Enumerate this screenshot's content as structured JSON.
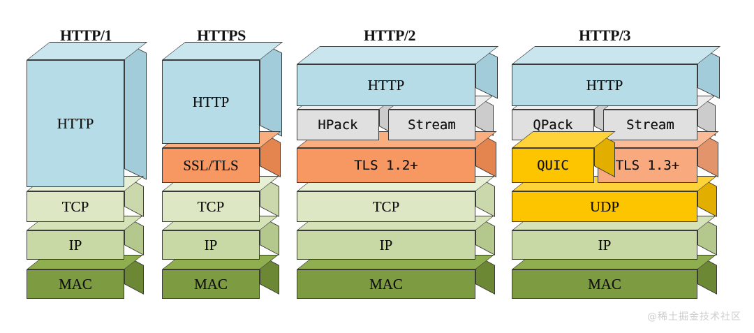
{
  "figure": {
    "title": "HTTP protocol stack comparison",
    "watermark": "@稀土掘金技术社区",
    "palette": {
      "http_blue": "#b6dce8",
      "http_blue_top": "#c9e6ef",
      "http_blue_side": "#a2ccda",
      "tls_orange": "#f79862",
      "tls_orange_top": "#f9ae80",
      "tls_orange_side": "#e4854f",
      "tls13_salmon": "#f9a97e",
      "tls13_salmon_top": "#fbbb97",
      "tls13_salmon_side": "#e4946b",
      "quic_amber": "#fdc400",
      "quic_amber_top": "#fed33a",
      "quic_amber_side": "#e2af00",
      "gray": "#e0e0e0",
      "gray_top": "#ededed",
      "gray_side": "#cccccc",
      "tcp_green": "#dde7c4",
      "tcp_green_top": "#e7efd5",
      "tcp_green_side": "#cbd8ab",
      "ip_green": "#c9d9a5",
      "ip_green_top": "#d6e3b8",
      "ip_green_side": "#b4c78d",
      "mac_green": "#7d9b40",
      "mac_green_top": "#8fae4f",
      "mac_green_side": "#6c8835",
      "outline": "#3b3b3b",
      "text": "#111111",
      "watermark": "#cfcfcf"
    }
  },
  "columns": [
    {
      "id": "http1",
      "title": "HTTP/1",
      "layers": [
        {
          "label": "HTTP",
          "font": "serif"
        },
        {
          "label": "TCP",
          "font": "serif"
        },
        {
          "label": "IP",
          "font": "serif"
        },
        {
          "label": "MAC",
          "font": "serif"
        }
      ]
    },
    {
      "id": "https",
      "title": "HTTPS",
      "layers": [
        {
          "label": "HTTP",
          "font": "serif"
        },
        {
          "label": "SSL/TLS",
          "font": "serif"
        },
        {
          "label": "TCP",
          "font": "serif"
        },
        {
          "label": "IP",
          "font": "serif"
        },
        {
          "label": "MAC",
          "font": "serif"
        }
      ]
    },
    {
      "id": "http2",
      "title": "HTTP/2",
      "layers": [
        {
          "label": "HTTP",
          "font": "serif"
        },
        {
          "label": "HPack",
          "font": "mono"
        },
        {
          "label": "Stream",
          "font": "mono"
        },
        {
          "label": "TLS 1.2+",
          "font": "mono"
        },
        {
          "label": "TCP",
          "font": "serif"
        },
        {
          "label": "IP",
          "font": "serif"
        },
        {
          "label": "MAC",
          "font": "serif"
        }
      ]
    },
    {
      "id": "http3",
      "title": "HTTP/3",
      "layers": [
        {
          "label": "HTTP",
          "font": "serif"
        },
        {
          "label": "QPack",
          "font": "mono"
        },
        {
          "label": "Stream",
          "font": "mono"
        },
        {
          "label": "QUIC",
          "font": "mono"
        },
        {
          "label": "TLS 1.3+",
          "font": "mono"
        },
        {
          "label": "UDP",
          "font": "serif"
        },
        {
          "label": "IP",
          "font": "serif"
        },
        {
          "label": "MAC",
          "font": "serif"
        }
      ]
    }
  ]
}
